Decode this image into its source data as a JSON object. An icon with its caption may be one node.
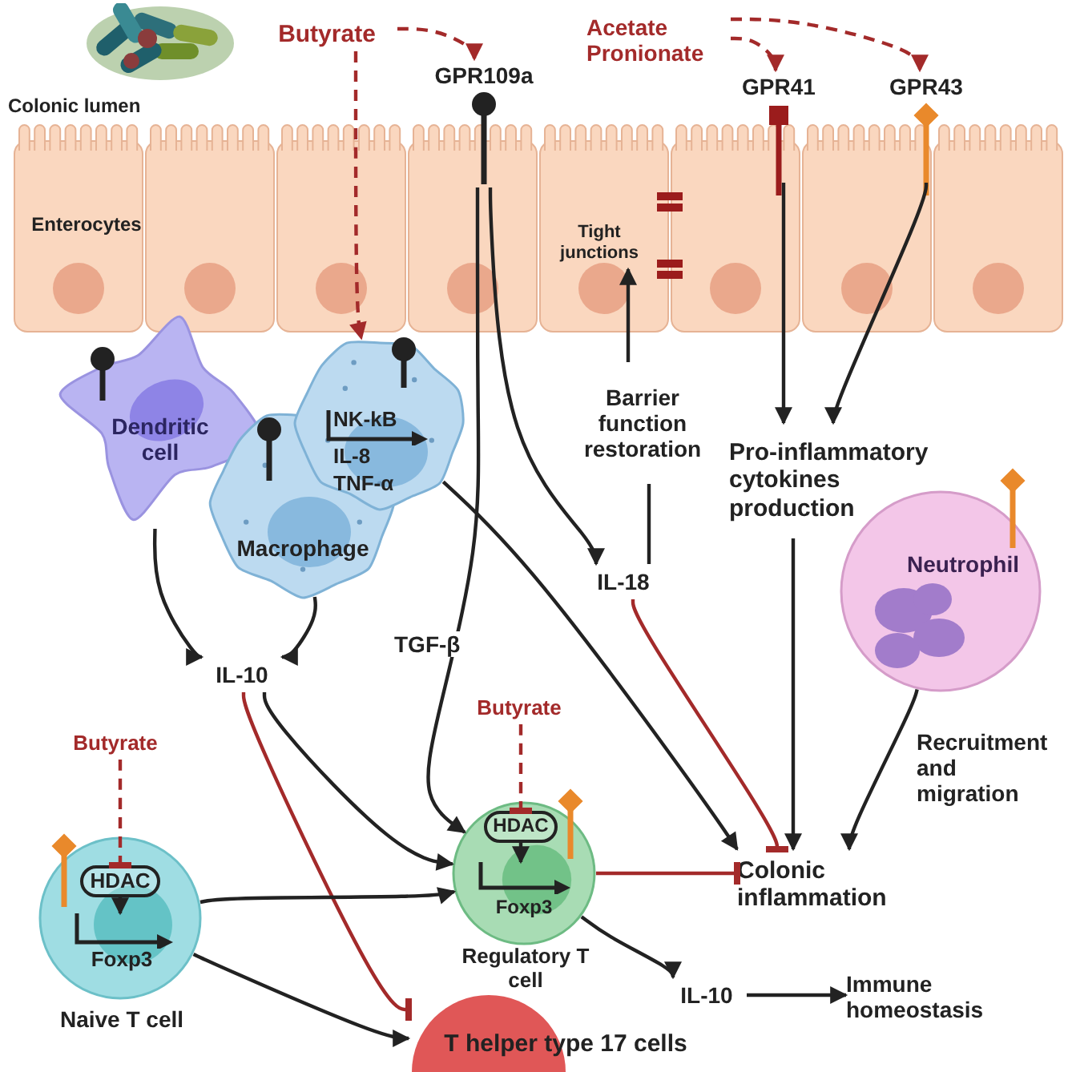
{
  "diagram": {
    "nodes": [
      {
        "text": [
          "Butyrate"
        ]
      },
      {
        "text": [
          "GPR109a"
        ]
      },
      {
        "text": [
          "Acetate Pronionate"
        ]
      },
      {
        "text": [
          "GPR41"
        ]
      },
      {
        "text": [
          "GPR43"
        ]
      },
      {
        "text": [
          "Enterocytes"
        ]
      },
      {
        "text": [
          "Tight junctions"
        ],
        "in": 5
      },
      {
        "text": [
          "Dendritic cell"
        ]
      },
      {
        "text": [
          "NK-kB",
          "IL-8",
          "TNF-α"
        ]
      },
      {
        "text": [
          "Macrophage"
        ]
      },
      {
        "text": [
          "Barrier function restoration"
        ]
      },
      {
        "text": [
          "Pro-inflammatory cytokines production"
        ]
      },
      {
        "text": [
          "IL-18"
        ]
      },
      {
        "text": [
          "Neutrophil"
        ]
      },
      {
        "text": [
          "IL-10"
        ]
      },
      {
        "text": [
          "Butyrate"
        ]
      },
      {
        "text": [
          "Butyrate"
        ]
      },
      {
        "text": [],
        "shape": "circle",
        "beside": [
          "Naive T cell"
        ]
      },
      {
        "text": [
          "HDAC"
        ],
        "in": 17
      },
      {
        "text": [
          "Foxp3"
        ],
        "in": 17
      },
      {
        "text": [],
        "shape": "circle",
        "beside": [
          "Regulatory T cell"
        ]
      },
      {
        "text": [
          "HDAC"
        ],
        "in": 20
      },
      {
        "text": [
          "Foxp3"
        ],
        "in": 20
      },
      {
        "text": [
          "Colonic inflammation"
        ]
      },
      {
        "text": [
          "IL-10"
        ]
      },
      {
        "text": [
          "Immune homeostasis"
        ]
      },
      {
        "text": [
          "T helper type 17 cells"
        ]
      }
    ],
    "edges": [
      {
        "from": 0,
        "to": 1,
        "arrow": "to",
        "style": "dashed",
        "color": "#a32a2a"
      },
      {
        "from": 0,
        "to": 8,
        "arrow": "to",
        "style": "dashed",
        "color": "#a32a2a"
      },
      {
        "from": 2,
        "to": 3,
        "arrow": "to",
        "style": "dashed",
        "color": "#a32a2a"
      },
      {
        "from": 2,
        "to": 4,
        "arrow": "to",
        "style": "dashed",
        "color": "#a32a2a"
      },
      {
        "from": 3,
        "to": 11,
        "arrow": "to"
      },
      {
        "from": 4,
        "to": 11,
        "arrow": "to"
      },
      {
        "from": 1,
        "to": 12,
        "arrow": "to"
      },
      {
        "from": 1,
        "to": 20,
        "arrow": "to",
        "label": "TGF-β"
      },
      {
        "from": 10,
        "to": 6,
        "arrow": "to"
      },
      {
        "from": 12,
        "to": 10,
        "arrow": "none"
      },
      {
        "from": 8,
        "to": 23,
        "arrow": "to"
      },
      {
        "from": 12,
        "to": 23,
        "arrow": "other",
        "color": "#a32a2a"
      },
      {
        "from": 11,
        "to": 23,
        "arrow": "to"
      },
      {
        "from": 13,
        "to": 23,
        "arrow": "to",
        "label": "Recruitment and migration"
      },
      {
        "from": 7,
        "to": 14,
        "arrow": "to"
      },
      {
        "from": 9,
        "to": 14,
        "arrow": "to"
      },
      {
        "from": 14,
        "to": 20,
        "arrow": "to"
      },
      {
        "from": 14,
        "to": 26,
        "arrow": "other",
        "color": "#a32a2a"
      },
      {
        "from": 17,
        "to": 20,
        "arrow": "to"
      },
      {
        "from": 17,
        "to": 26,
        "arrow": "to"
      },
      {
        "from": 16,
        "to": 18,
        "arrow": "other",
        "style": "dashed",
        "color": "#a32a2a"
      },
      {
        "from": 15,
        "to": 21,
        "arrow": "other",
        "style": "dashed",
        "color": "#a32a2a"
      },
      {
        "from": 18,
        "to": 19,
        "arrow": "to"
      },
      {
        "from": 21,
        "to": 22,
        "arrow": "to"
      },
      {
        "from": 20,
        "to": 23,
        "arrow": "other",
        "color": "#a32a2a"
      },
      {
        "from": 20,
        "to": 24,
        "arrow": "to"
      },
      {
        "from": 24,
        "to": 25,
        "arrow": "to"
      }
    ],
    "labels": [
      "Colonic lumen"
    ]
  }
}
